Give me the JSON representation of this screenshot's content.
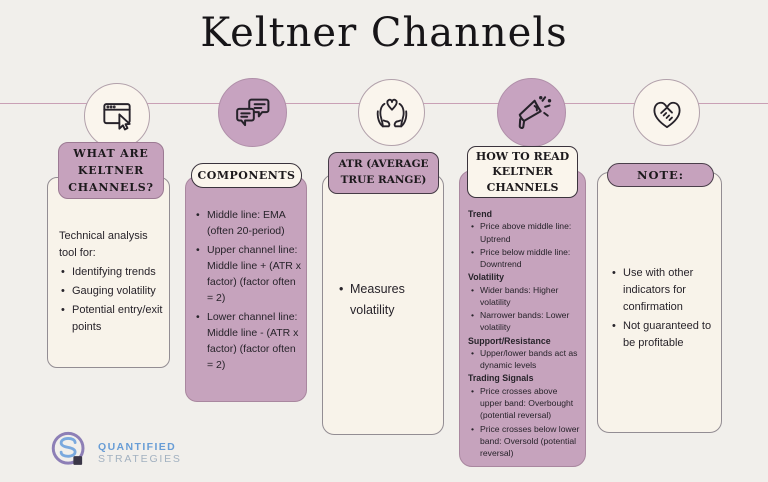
{
  "title": "Keltner Channels",
  "colors": {
    "background": "#f1efeb",
    "mauve": "#c6a2bd",
    "cream": "#f8f3ea",
    "timeline": "#c9a0b5",
    "text": "#27232a",
    "logo_blue": "#689dd6",
    "logo_gray": "#a2b1c0",
    "logo_ring": "#8d7fb6"
  },
  "icons": [
    "browser-window-cursor",
    "chat-bubbles",
    "hands-holding-heart",
    "megaphone",
    "handshake-heart"
  ],
  "columns": [
    {
      "header": "WHAT ARE KELTNER CHANNELS?",
      "intro": "Technical analysis tool for:",
      "items": [
        "Identifying trends",
        "Gauging volatility",
        "Potential entry/exit points"
      ]
    },
    {
      "header": "COMPONENTS",
      "items": [
        "Middle line: EMA (often 20-period)",
        "Upper channel line: Middle line + (ATR x factor) (factor often = 2)",
        "Lower channel line: Middle line - (ATR x factor) (factor often = 2)"
      ]
    },
    {
      "header": "ATR (AVERAGE TRUE RANGE)",
      "items": [
        "Measures volatility"
      ]
    },
    {
      "header": "HOW TO READ KELTNER CHANNELS",
      "sections": [
        {
          "title": "Trend",
          "items": [
            "Price above middle line: Uptrend",
            "Price below middle line: Downtrend"
          ]
        },
        {
          "title": "Volatility",
          "items": [
            "Wider bands: Higher volatility",
            "Narrower bands: Lower volatility"
          ]
        },
        {
          "title": "Support/Resistance",
          "items": [
            "Upper/lower bands act as dynamic levels"
          ]
        },
        {
          "title": "Trading Signals",
          "items": [
            "Price crosses above upper band: Overbought (potential reversal)",
            "Price crosses below lower band: Oversold (potential reversal)"
          ]
        }
      ]
    },
    {
      "header": "NOTE:",
      "items": [
        "Use with other indicators for confirmation",
        "Not guaranteed to be profitable"
      ]
    }
  ],
  "logo": {
    "line1": "QUANTIFIED",
    "line2": "STRATEGIES"
  }
}
